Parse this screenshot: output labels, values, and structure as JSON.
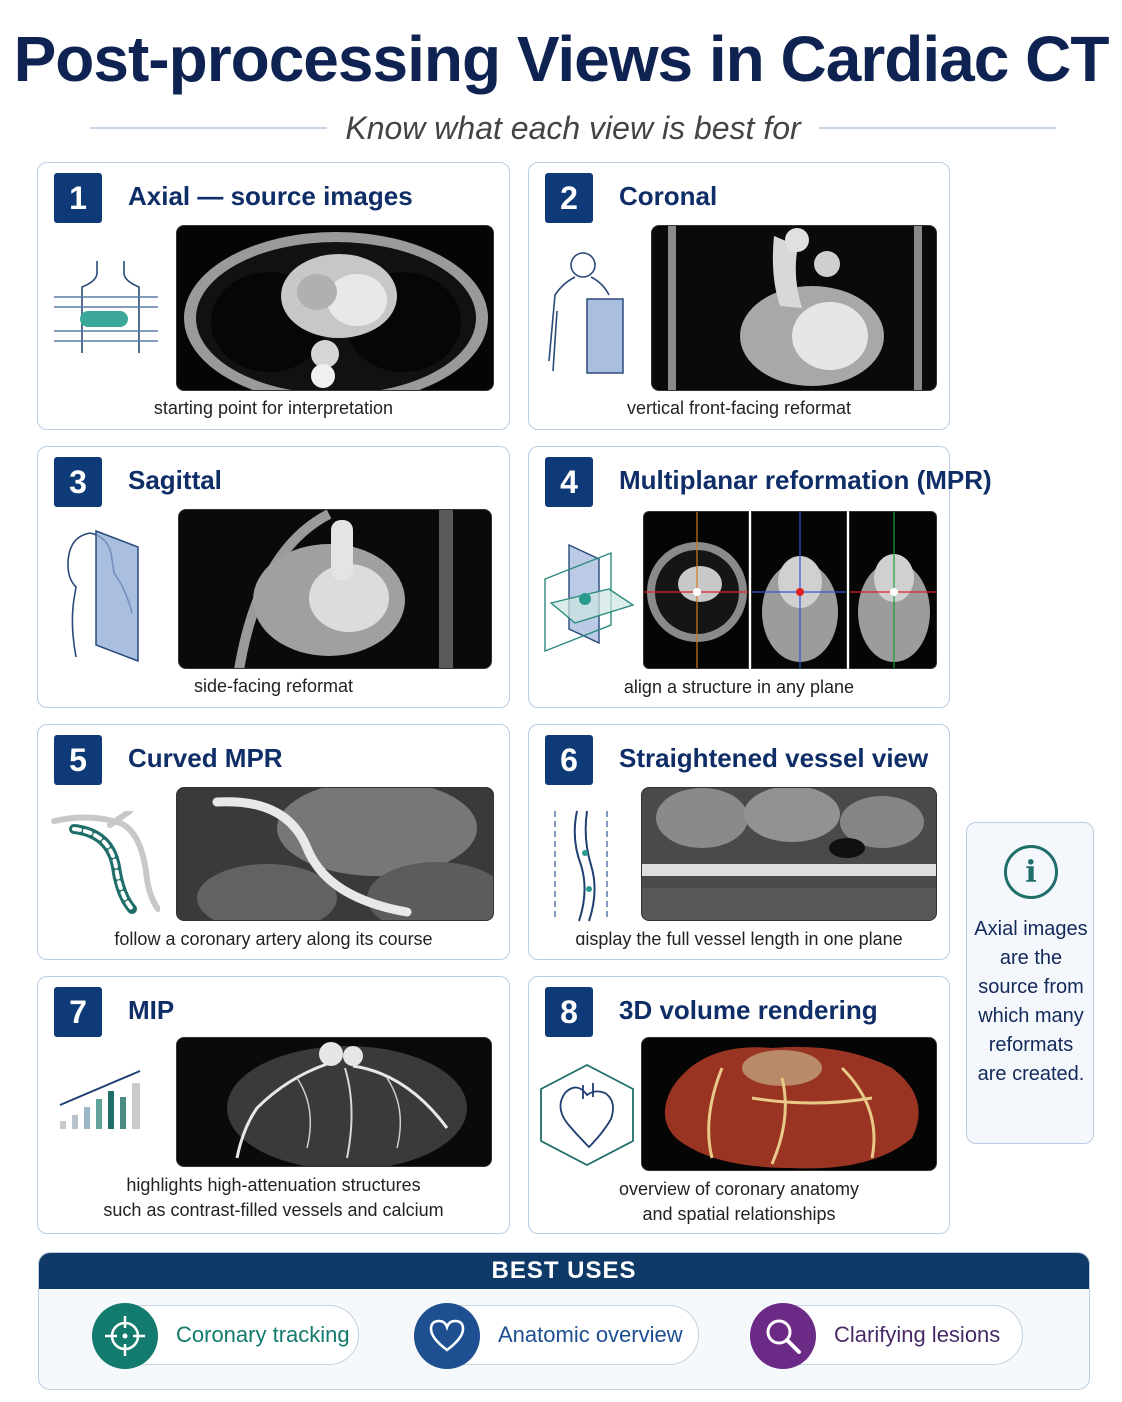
{
  "header": {
    "title": "Post-processing Views in Cardiac CT",
    "subtitle": "Know what each view is best for"
  },
  "views": [
    {
      "number": "1",
      "title": "Axial — source images",
      "caption": "starting point for interpretation",
      "icon": "axial-slice-icon"
    },
    {
      "number": "2",
      "title": "Coronal",
      "caption": "vertical front-facing reformat",
      "icon": "coronal-plane-icon"
    },
    {
      "number": "3",
      "title": "Sagittal",
      "caption": "side-facing reformat",
      "icon": "sagittal-plane-icon"
    },
    {
      "number": "4",
      "title": "Multiplanar reformation (MPR)",
      "caption": "align a structure in any plane",
      "icon": "mpr-planes-icon"
    },
    {
      "number": "5",
      "title": "Curved MPR",
      "caption": "follow a coronary artery along its course",
      "icon": "curved-vessel-icon"
    },
    {
      "number": "6",
      "title": "Straightened vessel view",
      "caption": "ɑisplay the full vessel length in one plane",
      "icon": "straightened-vessel-icon"
    },
    {
      "number": "7",
      "title": "MIP",
      "caption_line1": "highlights high-attenuation structures",
      "caption_line2": "such as contrast-filled vessels and calcium",
      "icon": "bar-chart-icon"
    },
    {
      "number": "8",
      "title": "3D volume rendering",
      "caption_line1": "overview of coronary anatomy",
      "caption_line2": "and spatial relationships",
      "icon": "heart-cube-icon"
    }
  ],
  "sidebar": {
    "icon": "info-icon",
    "icon_glyph": "i",
    "note": "Axial images are the source from which many reformats are created."
  },
  "best_uses": {
    "heading": "BEST USES",
    "items": [
      {
        "label": "Coronary tracking",
        "icon": "crosshair-icon",
        "color": "#137a6e"
      },
      {
        "label": "Anatomic overview",
        "icon": "heart-icon",
        "color": "#1d4f91"
      },
      {
        "label": "Clarifying lesions",
        "icon": "magnifier-icon",
        "color": "#6a2a86"
      }
    ]
  },
  "colors": {
    "navy": "#0f2352",
    "badge": "#0f3a78",
    "teal": "#1f6e6a",
    "border": "#b9cde4"
  }
}
